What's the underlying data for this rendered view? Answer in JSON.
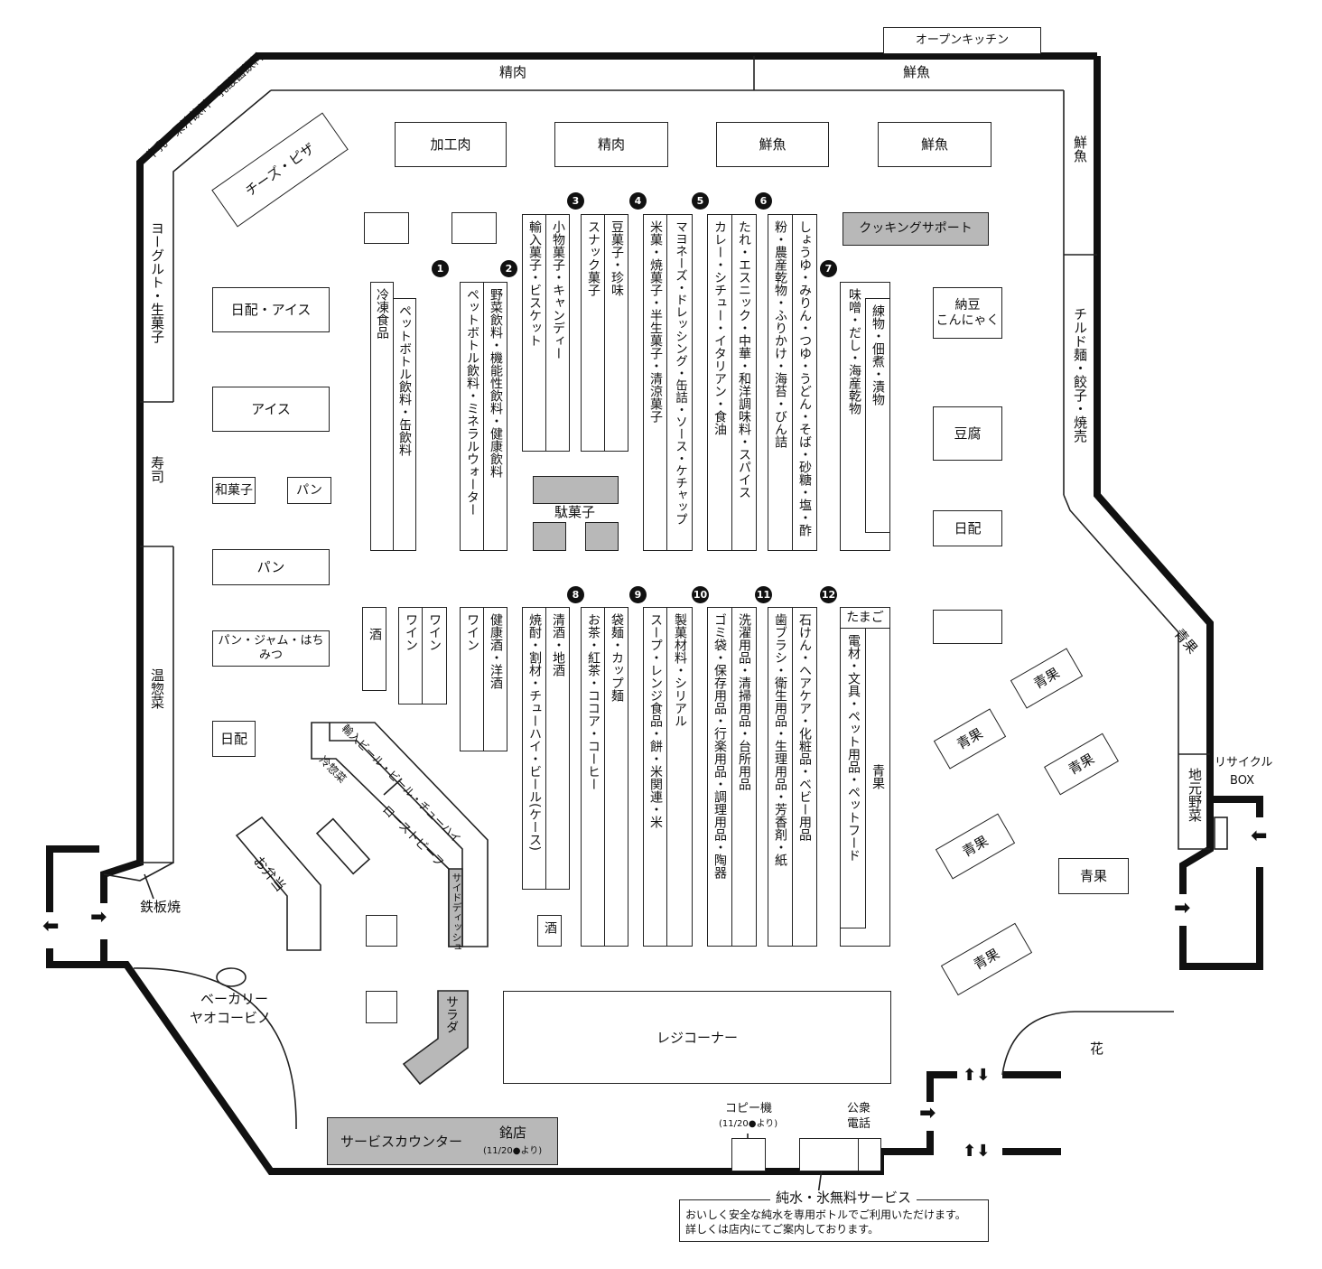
{
  "top": {
    "open_kitchen": "オープンキッチン",
    "meat_wall": "精肉",
    "fish_wall": "鮮魚"
  },
  "right_wall": {
    "fish": "鮮魚",
    "chilled": "チルド麺・餃子・焼売",
    "produce": "青果",
    "local_veg": "地元野菜",
    "recycle_1": "リサイクル",
    "recycle_2": "BOX"
  },
  "left_wall": {
    "milk": "牛乳・果汁飲料・乳酸菌飲料",
    "yogurt": "ヨーグルト・生菓子",
    "sushi": "寿司",
    "deli": "温惣菜",
    "teppan": "鉄板焼"
  },
  "top_counters": {
    "processed_meat": "加工肉",
    "meat": "精肉",
    "fish1": "鮮魚",
    "fish2": "鮮魚",
    "cooking_support": "クッキングサポート",
    "cheese_pizza": "チーズ・ピザ"
  },
  "left_counters": {
    "daily_ice": "日配・アイス",
    "ice": "アイス",
    "wagashi": "和菓子",
    "bread1": "パン",
    "bread2": "パン",
    "bread_jam": "パン・ジャム・はちみつ",
    "daily": "日配"
  },
  "aisle_numbers": [
    "1",
    "2",
    "3",
    "4",
    "5",
    "6",
    "7",
    "8",
    "9",
    "10",
    "11",
    "12"
  ],
  "aisles_top": {
    "frozen": "冷凍食品",
    "pet_can": "ペットボトル飲料・缶飲料",
    "pet_mineral": "ペットボトル飲料・ミネラルウォーター",
    "veg_drinks": "野菜飲料・機能性飲料・健康飲料",
    "import_biscuit": "輸入菓子・ビスケット",
    "candy": "小物菓子・キャンディー",
    "snack": "スナック菓子",
    "beans": "豆菓子・珍味",
    "rice_crackers": "米菓・焼菓子・半生菓子・清涼菓子",
    "mayo": "マヨネーズ・ドレッシング・缶詰・ソース・ケチャップ",
    "curry": "カレー・シチュー・イタリアン・食油",
    "sauce": "たれ・エスニック・中華・和洋調味料・スパイス",
    "flour": "粉・農産乾物・ふりかけ・海苔・びん詰",
    "soy": "しょうゆ・みりん・つゆ・うどん・そば・砂糖・塩・酢",
    "miso": "味噌・だし・海産乾物",
    "nerimono": "練物・佃煮・漬物",
    "dagashi": "駄菓子"
  },
  "right_counters": {
    "natto": "納豆\nこんにゃく",
    "tofu": "豆腐",
    "daily": "日配"
  },
  "aisles_bottom": {
    "sake1": "酒",
    "wine1": "ワイン",
    "wine2": "ワイン",
    "wine3": "ワイン",
    "health_liquor": "健康酒・洋酒",
    "shochu": "焼酎・割材・チューハイ・ビール(ケース)",
    "seishu": "清酒・地酒",
    "tea": "お茶・紅茶・ココア・コーヒー",
    "noodles": "袋麺・カップ麺",
    "soup": "スープ・レンジ食品・餅・米関連・米",
    "baking": "製菓材料・シリアル",
    "garbage": "ゴミ袋・保存用品・行楽用品・調理用品・陶器",
    "laundry": "洗濯用品・清掃用品・台所用品",
    "toothbrush": "歯ブラシ・衛生用品・生理用品・芳香剤・紙",
    "soap": "石けん・ヘアケア・化粧品・ベビー用品",
    "eggs": "たまご",
    "stationery": "電材・文具・ペット用品・ペットフード",
    "produce": "青果",
    "sake2": "酒"
  },
  "deli_area": {
    "import_beer": "輸入ビール・ビール・チューハイ",
    "cold_deli": "冷惣菜",
    "roast_beef": "ローストビーフ",
    "side_dish": "サイドディッシュ",
    "bento": "お弁当",
    "salad": "サラダ",
    "bakery_1": "ベーカリー",
    "bakery_2": "ヤオコービノ"
  },
  "produce_tables": [
    "青果",
    "青果",
    "青果",
    "青果",
    "青果",
    "青果"
  ],
  "flowers": "花",
  "register": "レジコーナー",
  "service": {
    "counter": "サービスカウンター",
    "meiten": "銘店",
    "meiten_date": "(11/20●より)"
  },
  "copy": {
    "label": "コピー機",
    "date": "(11/20●より)"
  },
  "phone": {
    "label_1": "公衆",
    "label_2": "電話"
  },
  "water": {
    "title": "純水・氷無料サービス",
    "line1": "おいしく安全な純水を専用ボトルでご利用いただけます。",
    "line2": "詳しくは店内にてご案内しております。"
  },
  "arrows": {
    "lr": "➡",
    "rl": "⬅",
    "ud": "⬆⬇"
  }
}
